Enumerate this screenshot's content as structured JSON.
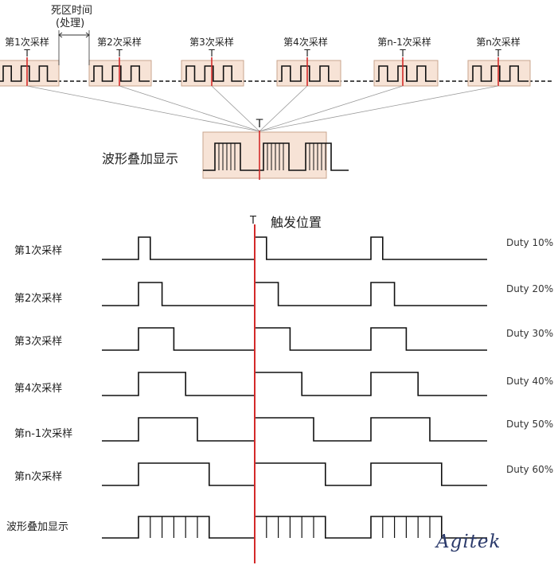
{
  "top": {
    "dead_time_label_line1": "死区时间",
    "dead_time_label_line2": "(处理)",
    "samples": [
      {
        "label": "第1次采样",
        "trigger": "T"
      },
      {
        "label": "第2次采样",
        "trigger": "T"
      },
      {
        "label": "第3次采样",
        "trigger": "T"
      },
      {
        "label": "第4次采样",
        "trigger": "T"
      },
      {
        "label": "第n-1次采样",
        "trigger": "T"
      },
      {
        "label": "第n次采样",
        "trigger": "T"
      }
    ],
    "overlay_label": "波形叠加显示",
    "overlay_trigger": "T"
  },
  "bottom": {
    "trigger_marker": "T",
    "trigger_label": "触发位置",
    "rows": [
      {
        "label": "第1次采样",
        "duty_text": "Duty 10%",
        "duty": 0.1
      },
      {
        "label": "第2次采样",
        "duty_text": "Duty 20%",
        "duty": 0.2
      },
      {
        "label": "第3次采样",
        "duty_text": "Duty 30%",
        "duty": 0.3
      },
      {
        "label": "第4次采样",
        "duty_text": "Duty 40%",
        "duty": 0.4
      },
      {
        "label": "第n-1次采样",
        "duty_text": "Duty 50%",
        "duty": 0.5
      },
      {
        "label": "第n次采样",
        "duty_text": "Duty 60%",
        "duty": 0.6
      }
    ],
    "overlay_label": "波形叠加显示"
  },
  "brand": "Agitek",
  "colors": {
    "trigger_line": "#d42a2a",
    "sample_box_fill": "#f7e3d6",
    "sample_box_stroke": "#c9a58e",
    "wave": "#111111",
    "connector": "#999999"
  }
}
